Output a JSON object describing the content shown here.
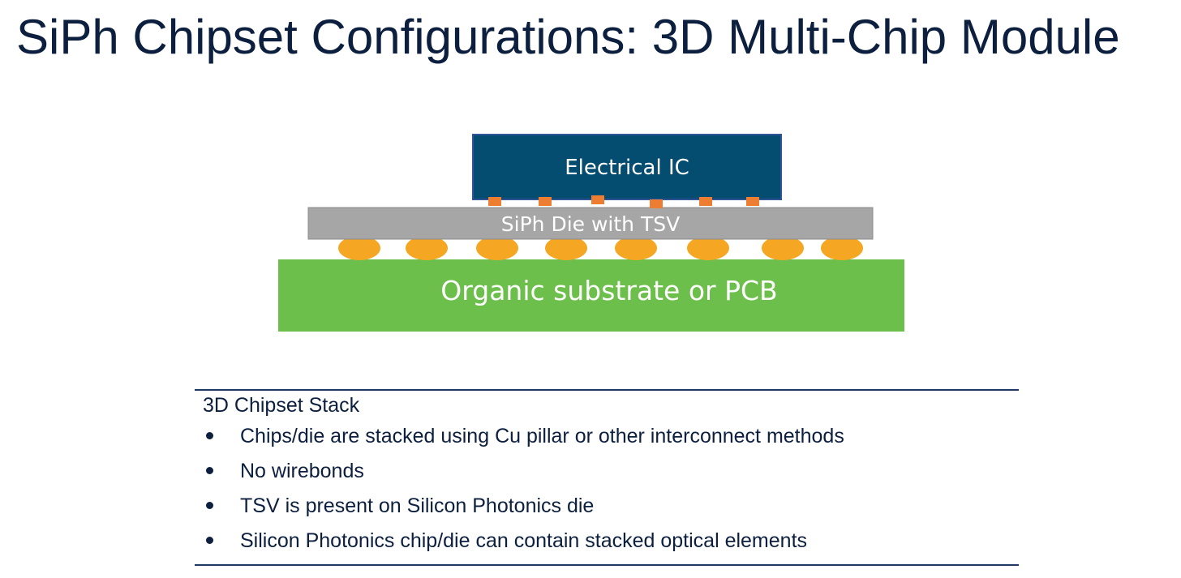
{
  "title": "SiPh Chipset Configurations: 3D Multi-Chip Module",
  "diagram": {
    "electrical_ic": {
      "label": "Electrical IC",
      "color": "#044d70"
    },
    "siph_die": {
      "label": "SiPh Die with TSV",
      "color": "#a6a6a6"
    },
    "substrate": {
      "label": "Organic substrate or PCB",
      "color": "#6cbf4b"
    },
    "cu_pillar_color": "#ed7d31",
    "solder_bump_color": "#f5a623"
  },
  "stack_section": {
    "heading": "3D Chipset Stack",
    "bullets": [
      "Chips/die are stacked using Cu pillar or other interconnect methods",
      "No wirebonds",
      "TSV is present on Silicon Photonics die",
      "Silicon Photonics chip/die can contain stacked optical elements"
    ]
  }
}
